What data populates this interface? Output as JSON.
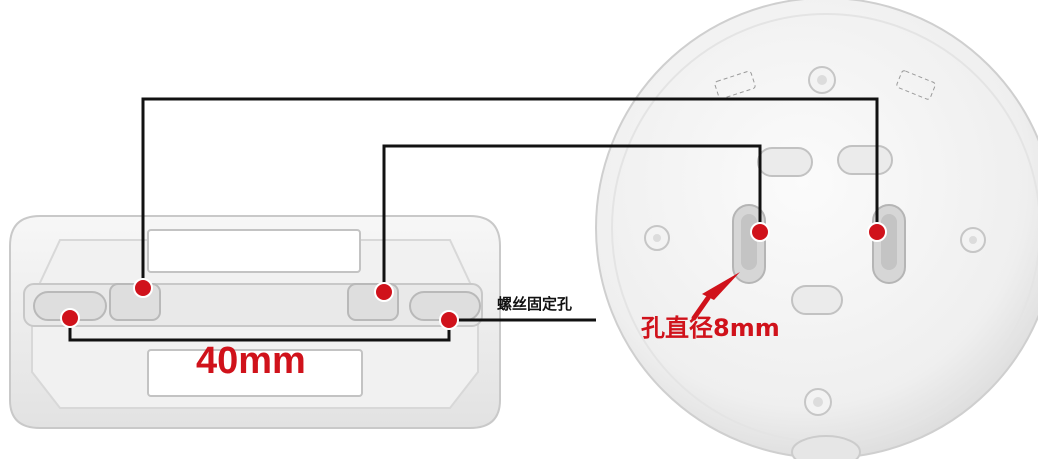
{
  "header_caption_fragment": "",
  "labels": {
    "distance": "40mm",
    "screw_hole": "螺丝固定孔",
    "hole_diameter": "孔直径8mm"
  },
  "colors": {
    "marker_red": "#d0121b",
    "connector_line": "#111111",
    "plastic": "#eeeeee"
  }
}
